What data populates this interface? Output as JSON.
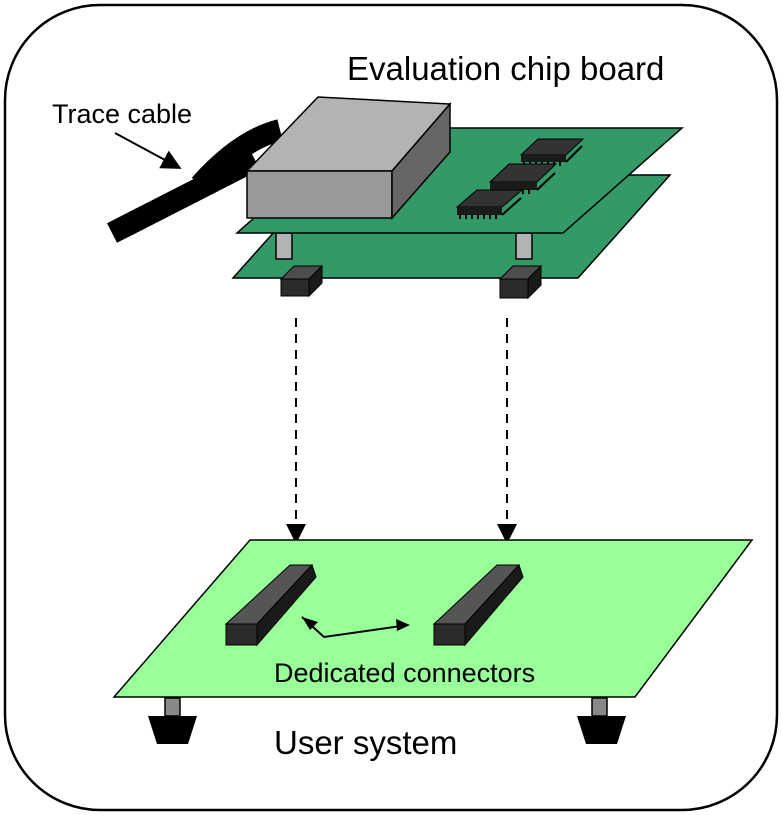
{
  "labels": {
    "evaluation_board": "Evaluation chip board",
    "trace_cable": "Trace cable",
    "dedicated_connectors": "Dedicated connectors",
    "user_system": "User system"
  },
  "colors": {
    "frame": "#000000",
    "eval_board_green": "#339966",
    "user_board_green": "#99ff99",
    "connector_dark": "#2b2b2b",
    "box_gray": "#999999",
    "background": "#ffffff"
  },
  "icons": {
    "frame": "rounded-frame",
    "cable": "trace-cable-icon",
    "pod": "emulator-pod-icon",
    "chip": "ic-chip-icon",
    "connector": "connector-icon",
    "foot": "board-foot-icon"
  }
}
